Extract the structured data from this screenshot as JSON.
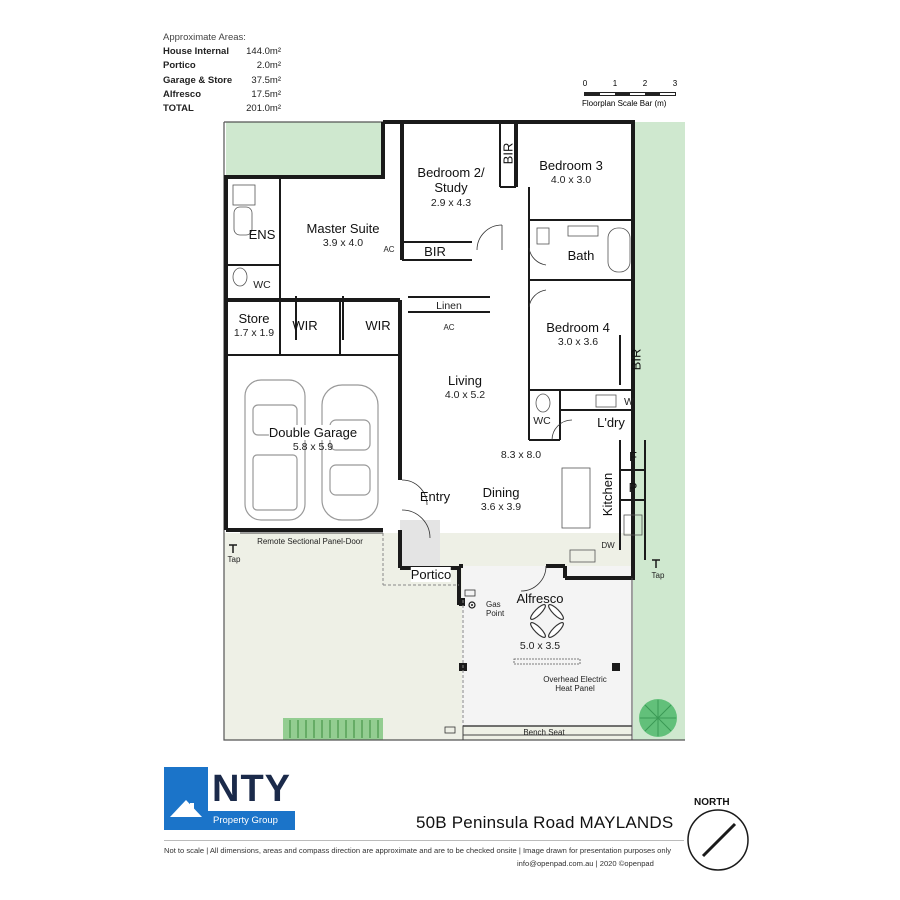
{
  "areas": {
    "title": "Approximate Areas:",
    "rows": [
      {
        "label": "House Internal",
        "value": "144.0m²"
      },
      {
        "label": "Portico",
        "value": "2.0m²"
      },
      {
        "label": "Garage & Store",
        "value": "37.5m²"
      },
      {
        "label": "Alfresco",
        "value": "17.5m²"
      },
      {
        "label": "TOTAL",
        "value": "201.0m²"
      }
    ]
  },
  "scale_bar": {
    "ticks": [
      "0",
      "1",
      "2",
      "3"
    ],
    "label": "Floorplan Scale Bar (m)"
  },
  "rooms": {
    "bedroom2": {
      "name_line1": "Bedroom 2/",
      "name_line2": "Study",
      "dims": "2.9 x 4.3"
    },
    "bedroom3": {
      "name": "Bedroom 3",
      "dims": "4.0 x 3.0"
    },
    "master": {
      "name": "Master Suite",
      "dims": "3.9 x 4.0"
    },
    "bedroom4": {
      "name": "Bedroom 4",
      "dims": "3.0 x 3.6"
    },
    "living": {
      "name": "Living",
      "dims": "4.0 x 5.2"
    },
    "store": {
      "name": "Store",
      "dims": "1.7 x 1.9"
    },
    "garage": {
      "name": "Double Garage",
      "dims": "5.8 x 5.9"
    },
    "dining": {
      "name": "Dining",
      "dims": "3.6 x 3.9"
    },
    "alfresco": {
      "name": "Alfresco",
      "dims": "5.0 x 3.5"
    },
    "overall": {
      "dims": "8.3 x 8.0"
    }
  },
  "labels": {
    "bir": "BIR",
    "ens": "ENS",
    "wc": "WC",
    "ac": "AC",
    "wir": "WIR",
    "linen": "Linen",
    "bath": "Bath",
    "laundry": "L'dry",
    "w": "W",
    "f": "F",
    "p": "P",
    "kitchen": "Kitchen",
    "dw": "DW",
    "entry": "Entry",
    "portico": "Portico",
    "tap": "Tap",
    "gas_point": "Gas\nPoint",
    "garage_door": "Remote Sectional Panel-Door",
    "heat_panel": "Overhead Electric\nHeat Panel",
    "bench": "Bench Seat"
  },
  "colors": {
    "wall": "#1a1a1a",
    "garden": "#cfe8cf",
    "lawn": "#eef0e6",
    "brand_blue": "#1b74c9",
    "brand_navy": "#1b2a4a"
  },
  "brand": {
    "name": "NTY",
    "sub": "Property Group"
  },
  "address": "50B Peninsula Road MAYLANDS",
  "north_label": "NORTH",
  "footer": {
    "disclaimer": "Not to scale  |  All dimensions, areas and compass direction are approximate and are to be checked onsite  |  Image drawn for presentation purposes only",
    "contact": "info@openpad.com.au  |  2020  ©openpad"
  }
}
